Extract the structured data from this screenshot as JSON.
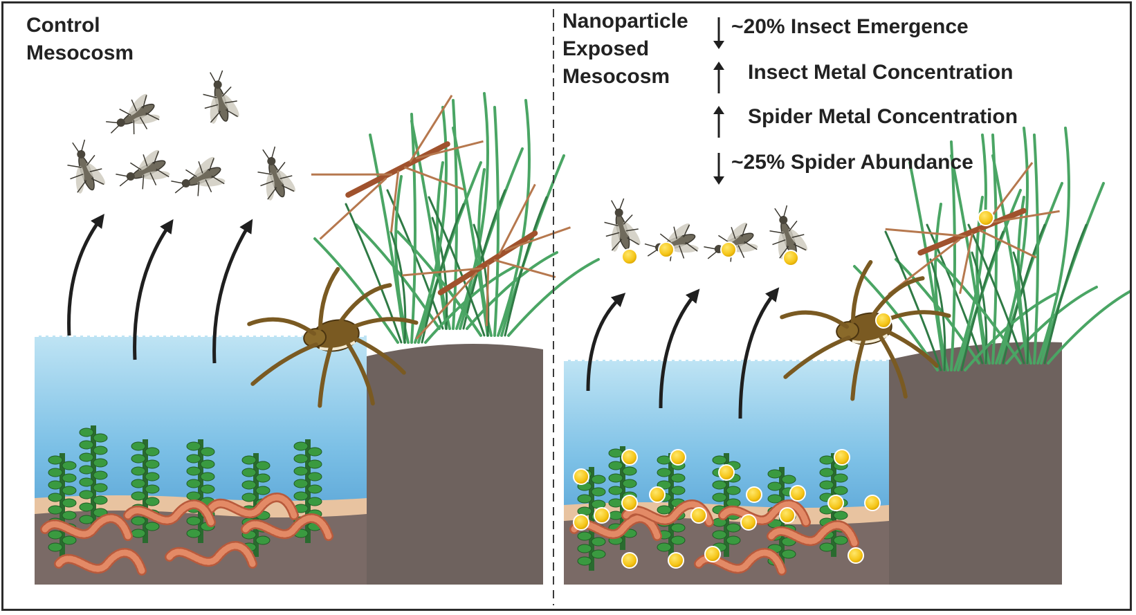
{
  "control": {
    "title": "Control\nMesocosm"
  },
  "exposed": {
    "title": "Nanoparticle\nExposed\nMesocosm",
    "effects": [
      {
        "direction": "down",
        "arrow_icon": "down-arrow-icon",
        "text": "~20% Insect Emergence"
      },
      {
        "direction": "up",
        "arrow_icon": "up-arrow-icon",
        "text": "Insect Metal Concentration"
      },
      {
        "direction": "up",
        "arrow_icon": "up-arrow-icon",
        "text": "Spider Metal Concentration"
      },
      {
        "direction": "down",
        "arrow_icon": "down-arrow-icon",
        "text": "~25% Spider Abundance"
      }
    ]
  },
  "colors": {
    "water_top": "#bfe4f4",
    "water_bottom": "#3e8ec9",
    "bank": "#6e625e",
    "sediment": "#e8c3a0",
    "nanoparticle": "#f5c518",
    "plant": "#2f8a3a",
    "grass": "#4aa564",
    "worm": "#d9795a",
    "arrow": "#1f1f1f"
  }
}
